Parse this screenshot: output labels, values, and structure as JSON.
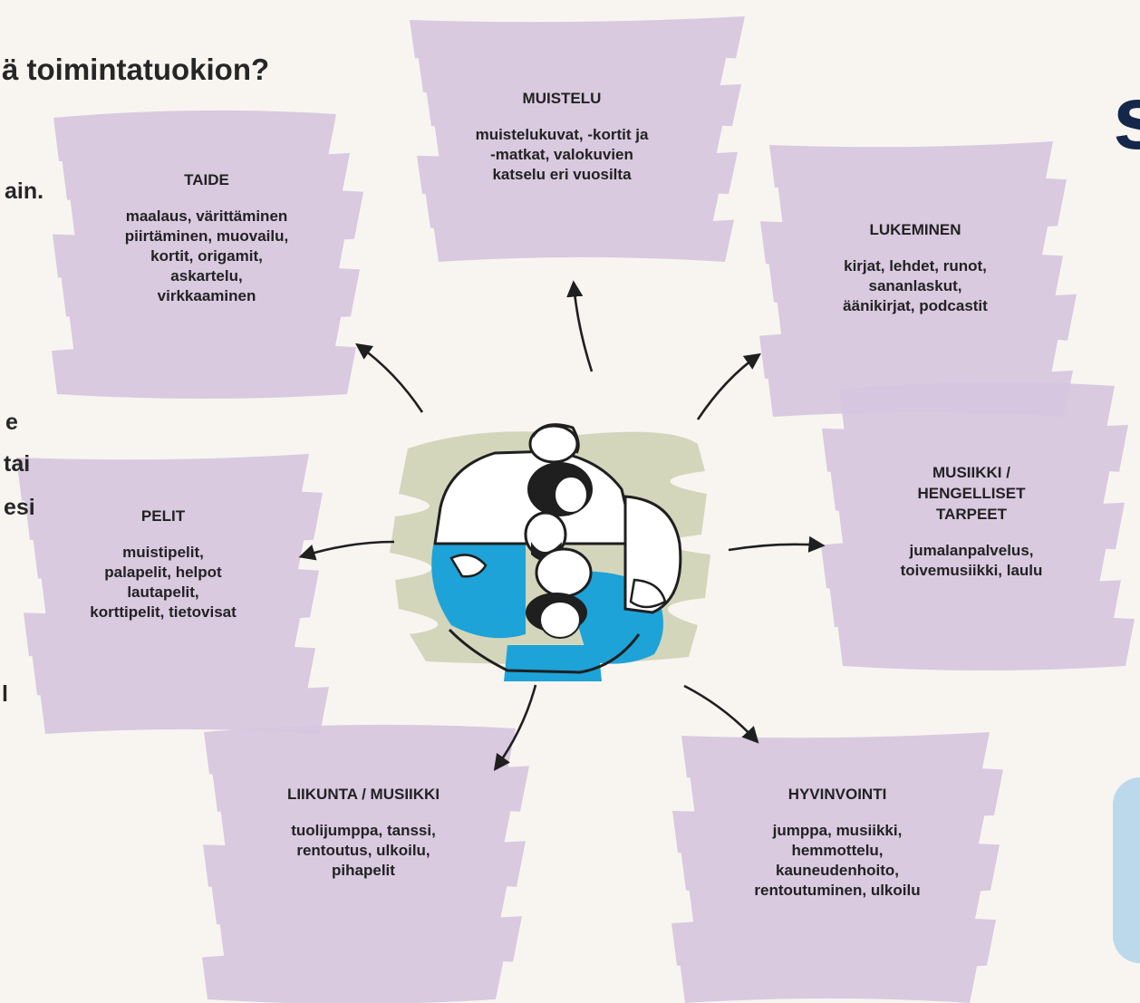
{
  "heading": "ä toimintatuokion?",
  "fragments": [
    "ain.",
    "e",
    "tai",
    "esi",
    "l"
  ],
  "deco_letter": "s",
  "colors": {
    "background": "#f8f5f1",
    "brush": "#d6c5de",
    "center_brush": "#ccd0b2",
    "people_blue": "#1da3d8",
    "arrow": "#1f1f1f",
    "navy_letter": "#14274a",
    "panel_blue": "#bcd9ec"
  },
  "center_illustration": "group-hug-illustration",
  "categories": [
    {
      "title": "MUISTELU",
      "body": "muistelukuvat, -kortit ja\n-matkat, valokuvien\nkatselu eri vuosilta"
    },
    {
      "title": "TAIDE",
      "body": "maalaus, värittäminen\npiirtäminen, muovailu,\nkortit, origamit,\naskartelu,\nvirkkaaminen"
    },
    {
      "title": "LUKEMINEN",
      "body": "kirjat, lehdet, runot,\nsananlaskut,\näänikirjat, podcastit"
    },
    {
      "title": "MUSIIKKI /\nHENGELLISET\nTARPEET",
      "body": "jumalanpalvelus,\ntoivemusiikki, laulu"
    },
    {
      "title": "PELIT",
      "body": "muistipelit,\npalapelit, helpot\nlautapelit,\nkorttipelit, tietovisat"
    },
    {
      "title": "LIIKUNTA / MUSIIKKI",
      "body": "tuolijumppa, tanssi,\nrentoutus, ulkoilu,\npihapelit"
    },
    {
      "title": "HYVINVOINTI",
      "body": "jumppa, musiikki,\nhemmottelu,\nkauneudenhoito,\nrentoutuminen, ulkoilu"
    }
  ]
}
